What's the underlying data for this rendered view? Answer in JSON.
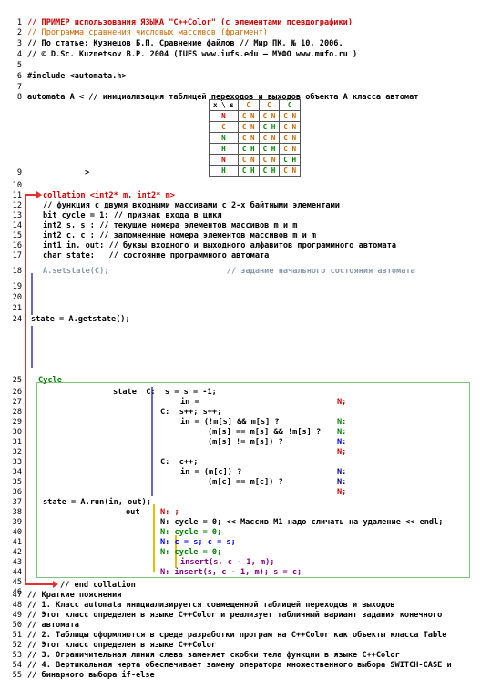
{
  "header": [
    {
      "n": "1",
      "text": "// ПРИМЕР использования ЯЗЫКА \"C++Color\" (с элементами псевдографики)"
    },
    {
      "n": "2",
      "text": "// Программа сравнения числовых массивов (фрагмент)"
    },
    {
      "n": "3",
      "text": "// По статье: Кузнецов Б.П. Сравнение файлов // Мир ПК. № 10, 2006."
    },
    {
      "n": "4",
      "text": "// © D.Sc. Kuznetsov B.P. 2004 (IUFS www.iufs.edu – МУФО www.mufo.ru )"
    }
  ],
  "line6": "#include <automata.h>",
  "line8": "automata A < // инициализация таблицей переходов и выходов объекта A класса автомат",
  "table": {
    "header": [
      "x \\ s",
      "C",
      "C",
      "C"
    ],
    "rows": [
      [
        "N",
        "C N",
        "C N",
        "C N"
      ],
      [
        "C",
        "C N",
        "C H",
        "C N"
      ],
      [
        "N",
        "C N",
        "C N",
        "C N"
      ],
      [
        "H",
        "C H",
        "C H",
        "C N"
      ],
      [
        "N",
        "C N",
        "C N",
        "C H"
      ],
      [
        "H",
        "C H",
        "C H",
        "C N"
      ]
    ]
  },
  "line9": ">",
  "collation": {
    "l11": "collation <int2* m, int2* m>",
    "l12": "// функция с двумя входными массивами с 2-х байтными элементами",
    "l13": "bit cycle = 1; // признак входа в цикл",
    "l14": "int2 s, s ; // текущие номера элементов массивов m и m",
    "l15": "int2 c, c ; // запомненные номера элементов массивов m и m",
    "l16": "int1 in, out; // буквы входного и выходного алфавитов программного автомата",
    "l17": "char state;   // состояние программного автомата",
    "l18": "A.setstate(C);                         // задание начального состояния автомата",
    "l24": "state = A.getstate();"
  },
  "cycle": {
    "label": "Cycle",
    "l26": "state  C:  s = s = -1;",
    "l27": "in =",
    "l27r": "N;",
    "l28": "C:  s++; s++;",
    "l29": "in = (!m[s] && m[s] ?",
    "l29r": "N:",
    "l30": "(m[s] == m[s] && !m[s] ?",
    "l30r": "N:",
    "l31": "(m[s] != m[s]) ?",
    "l31r": "N:",
    "l32r": "N;",
    "l33": "C:  c++;",
    "l34": "in = (m[c]) ?",
    "l34r": "N:",
    "l35": "(m[c] == m[c]) ?",
    "l35r": "N:",
    "l36r": "N;",
    "l37": "state = A.run(in, out);",
    "l38": "out",
    "l38b": "N: ;",
    "l39": "N: cycle = 0; << Массив M1 надо сличать на удаление << endl;",
    "l40": "N: cycle = 0;",
    "l41": "N: c = s; c = s;",
    "l42": "N: cycle = 0;",
    "l43": "insert(s, c - 1, m);",
    "l44": "N: insert(s, c - 1, m); s = c;"
  },
  "l46": "// end collation",
  "footer": [
    {
      "n": "47",
      "text": "// Краткие пояснения"
    },
    {
      "n": "48",
      "text": "// 1. Класс automata инициализируется совмещенной таблицей переходов и выходов"
    },
    {
      "n": "49",
      "text": "// Этот класс определен в языке C++Color и реализует табличный вариант задания конечного"
    },
    {
      "n": "50",
      "text": "// автомата"
    },
    {
      "n": "51",
      "text": "// 2. Таблицы оформляются в среде разработки програм на C++Color как объекты класса Table"
    },
    {
      "n": "52",
      "text": "// Этот класс определен в языке C++Color"
    },
    {
      "n": "53",
      "text": "// 3. Ограничительная линия слева заменяет скобки тела функции в языке C++Color"
    },
    {
      "n": "54",
      "text": "// 4. Вертикальная черта обеспечивает замену оператора множественного выбора SWITCH-CASE и"
    },
    {
      "n": "55",
      "text": "// бинарного выбора if-else"
    }
  ],
  "colors": {
    "accent_red": "#cc0000",
    "comment_orange": "#cc6600",
    "frame_green": "#80c080",
    "bar_yellow": "#e0c000",
    "bar_blue": "#6666cc"
  }
}
